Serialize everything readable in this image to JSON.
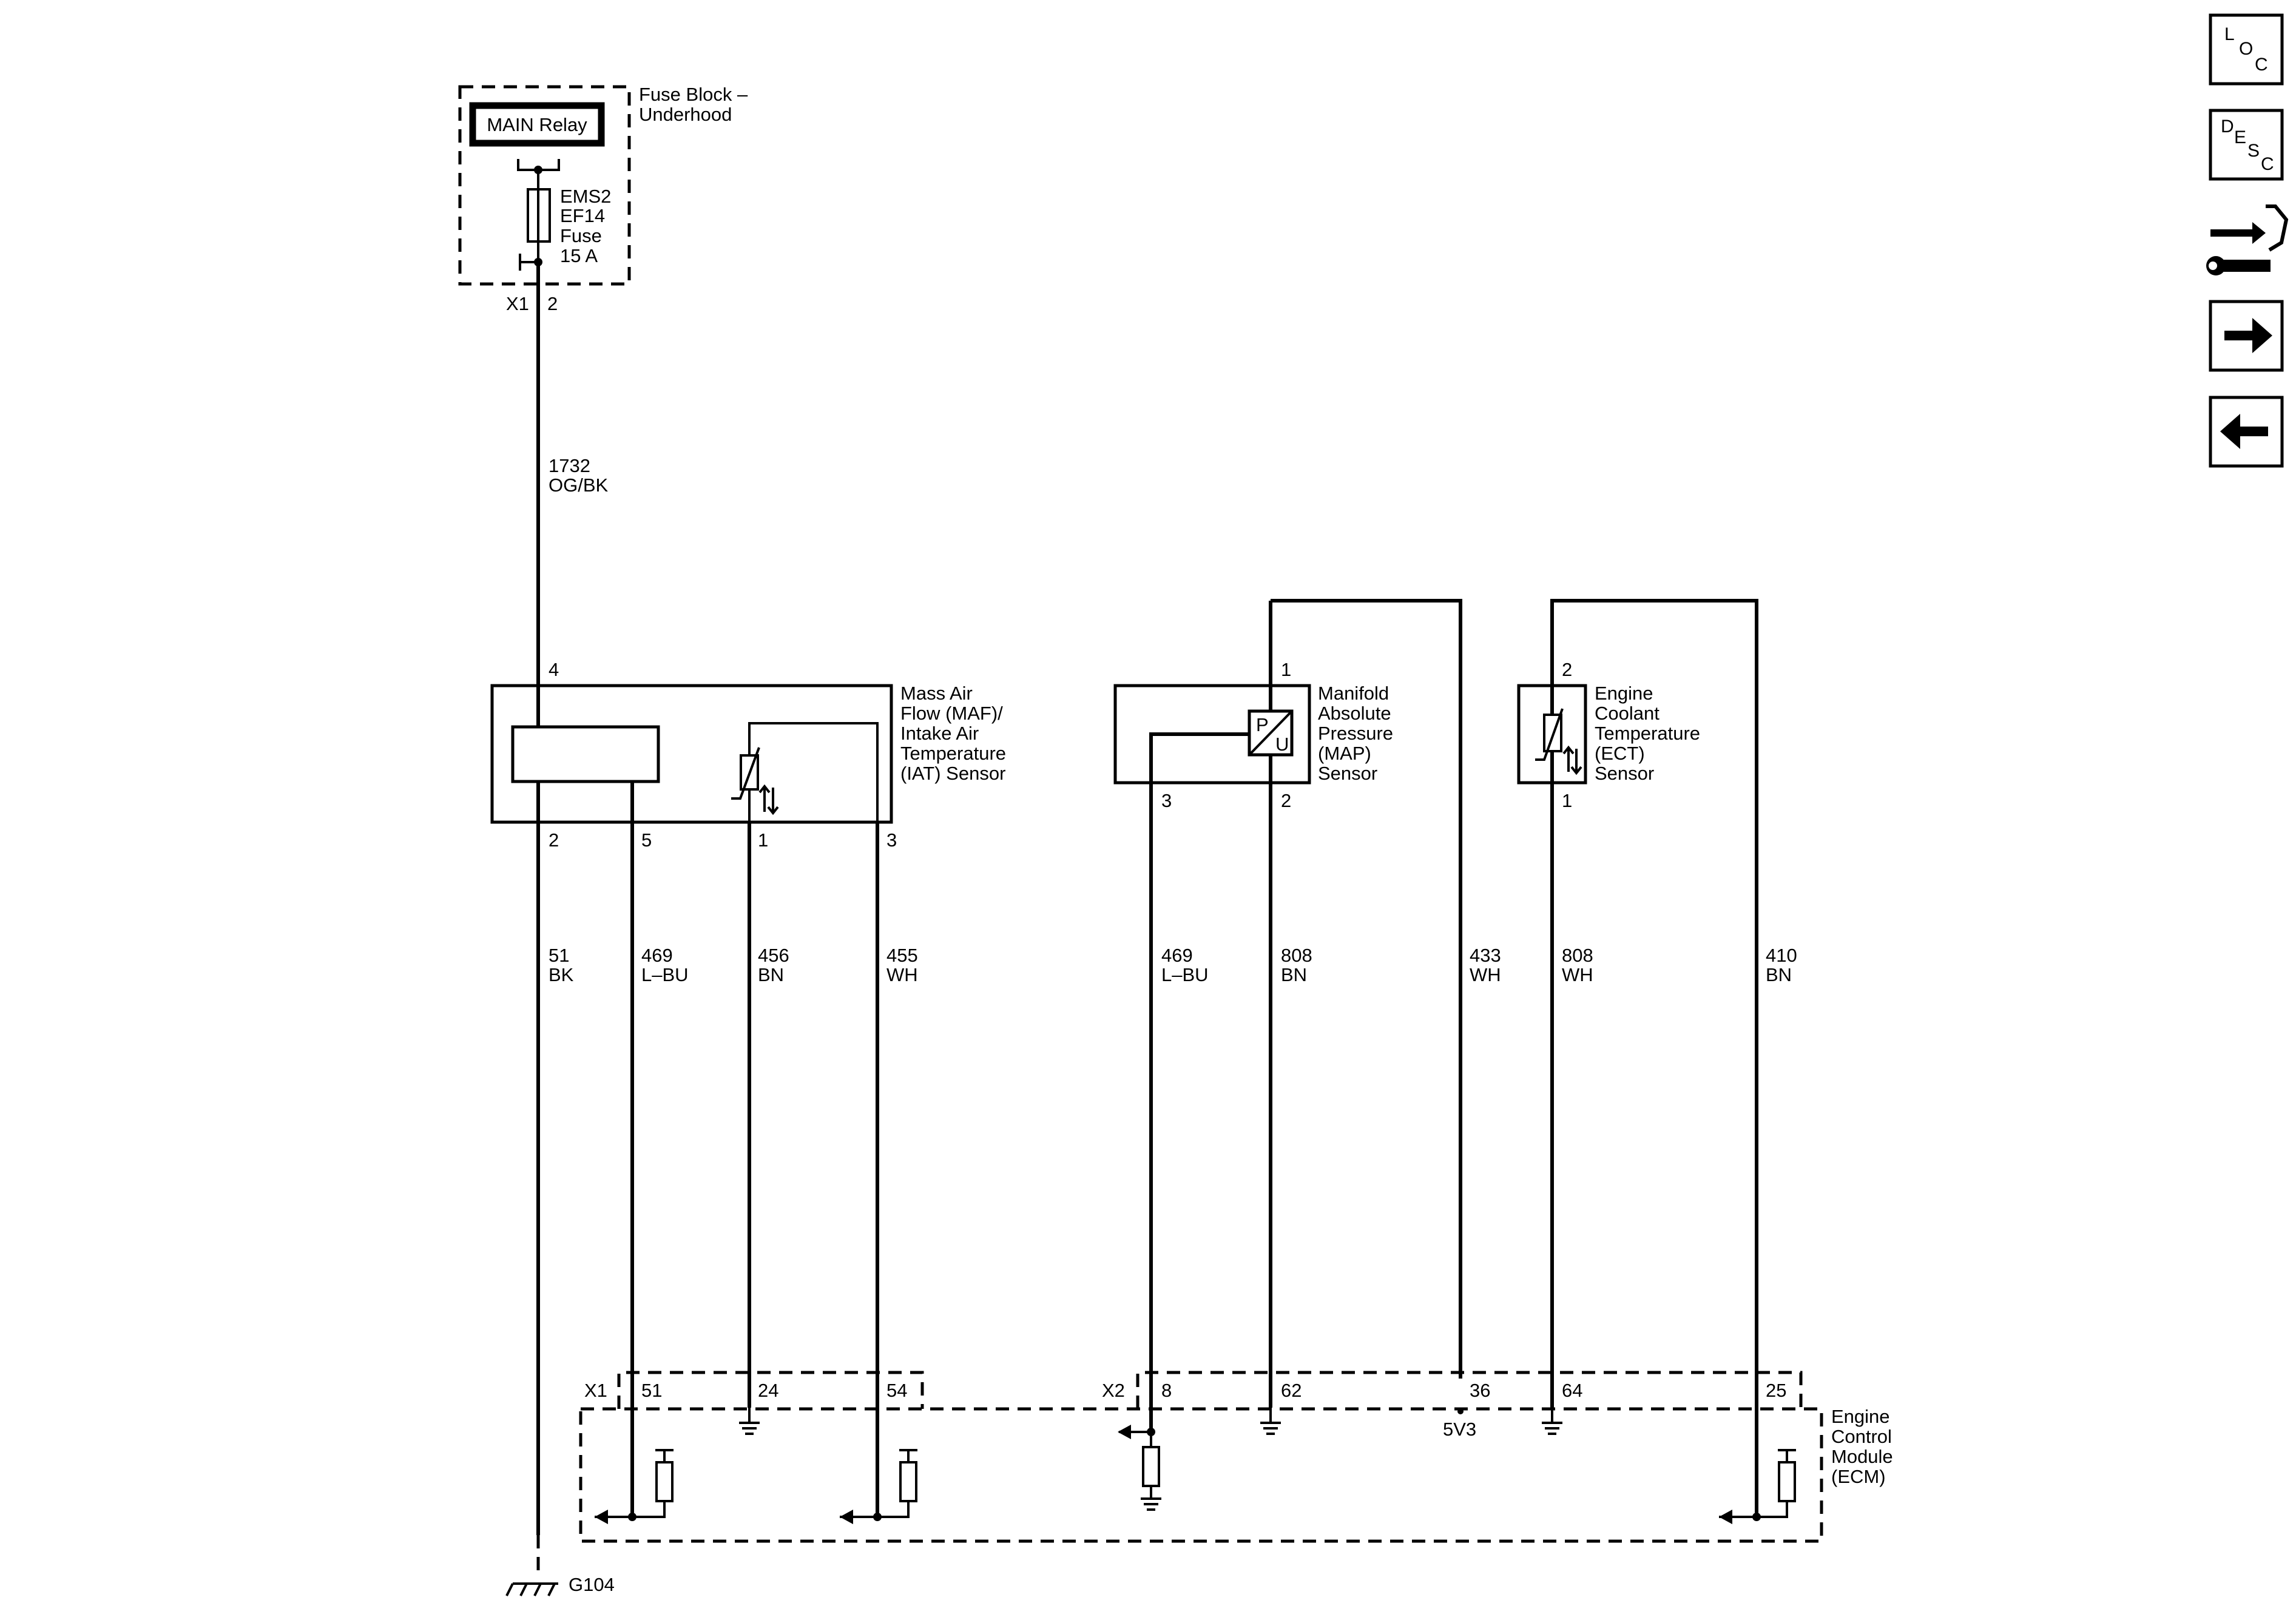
{
  "fuse_block": {
    "title_line1": "Fuse Block –",
    "title_line2": "Underhood",
    "relay": "MAIN Relay",
    "fuse_line1": "EMS2",
    "fuse_line2": "EF14",
    "fuse_line3": "Fuse",
    "fuse_line4": "15 A",
    "connector": "X1",
    "pin": "2"
  },
  "supply_wire": {
    "circuit": "1732",
    "color": "OG/BK"
  },
  "maf_sensor": {
    "name_lines": [
      "Mass Air",
      "Flow (MAF)/",
      "Intake Air",
      "Temperature",
      "(IAT) Sensor"
    ],
    "pin_top": "4",
    "pins": [
      "2",
      "5",
      "1",
      "3"
    ]
  },
  "map_sensor": {
    "name_lines": [
      "Manifold",
      "Absolute",
      "Pressure",
      "(MAP)",
      "Sensor"
    ],
    "pin_top": "1",
    "pins": [
      "3",
      "2"
    ],
    "symbol_p": "P",
    "symbol_u": "U"
  },
  "ect_sensor": {
    "name_lines": [
      "Engine",
      "Coolant",
      "Temperature",
      "(ECT)",
      "Sensor"
    ],
    "pin_top": "2",
    "pin_bottom": "1"
  },
  "wires": [
    {
      "circuit": "51",
      "color": "BK"
    },
    {
      "circuit": "469",
      "color": "L–BU"
    },
    {
      "circuit": "456",
      "color": "BN"
    },
    {
      "circuit": "455",
      "color": "WH"
    },
    {
      "circuit": "469",
      "color": "L–BU"
    },
    {
      "circuit": "808",
      "color": "BN"
    },
    {
      "circuit": "433",
      "color": "WH"
    },
    {
      "circuit": "808",
      "color": "WH"
    },
    {
      "circuit": "410",
      "color": "BN"
    }
  ],
  "ecm": {
    "name_lines": [
      "Engine",
      "Control",
      "Module",
      "(ECM)"
    ],
    "connector_x1": "X1",
    "connector_x2": "X2",
    "x1_pins": [
      "51",
      "24",
      "54"
    ],
    "x2_pins": [
      "8",
      "62",
      "36",
      "64",
      "25"
    ],
    "reference_label": "5V3"
  },
  "ground": {
    "label": "G104"
  },
  "nav": {
    "loc": {
      "l": "L",
      "o": "O",
      "c": "C"
    },
    "desc": {
      "d": "D",
      "e": "E",
      "s": "S",
      "c": "C"
    },
    "icons": [
      "connector-wrench-icon",
      "arrow-right-icon",
      "arrow-left-icon"
    ]
  }
}
